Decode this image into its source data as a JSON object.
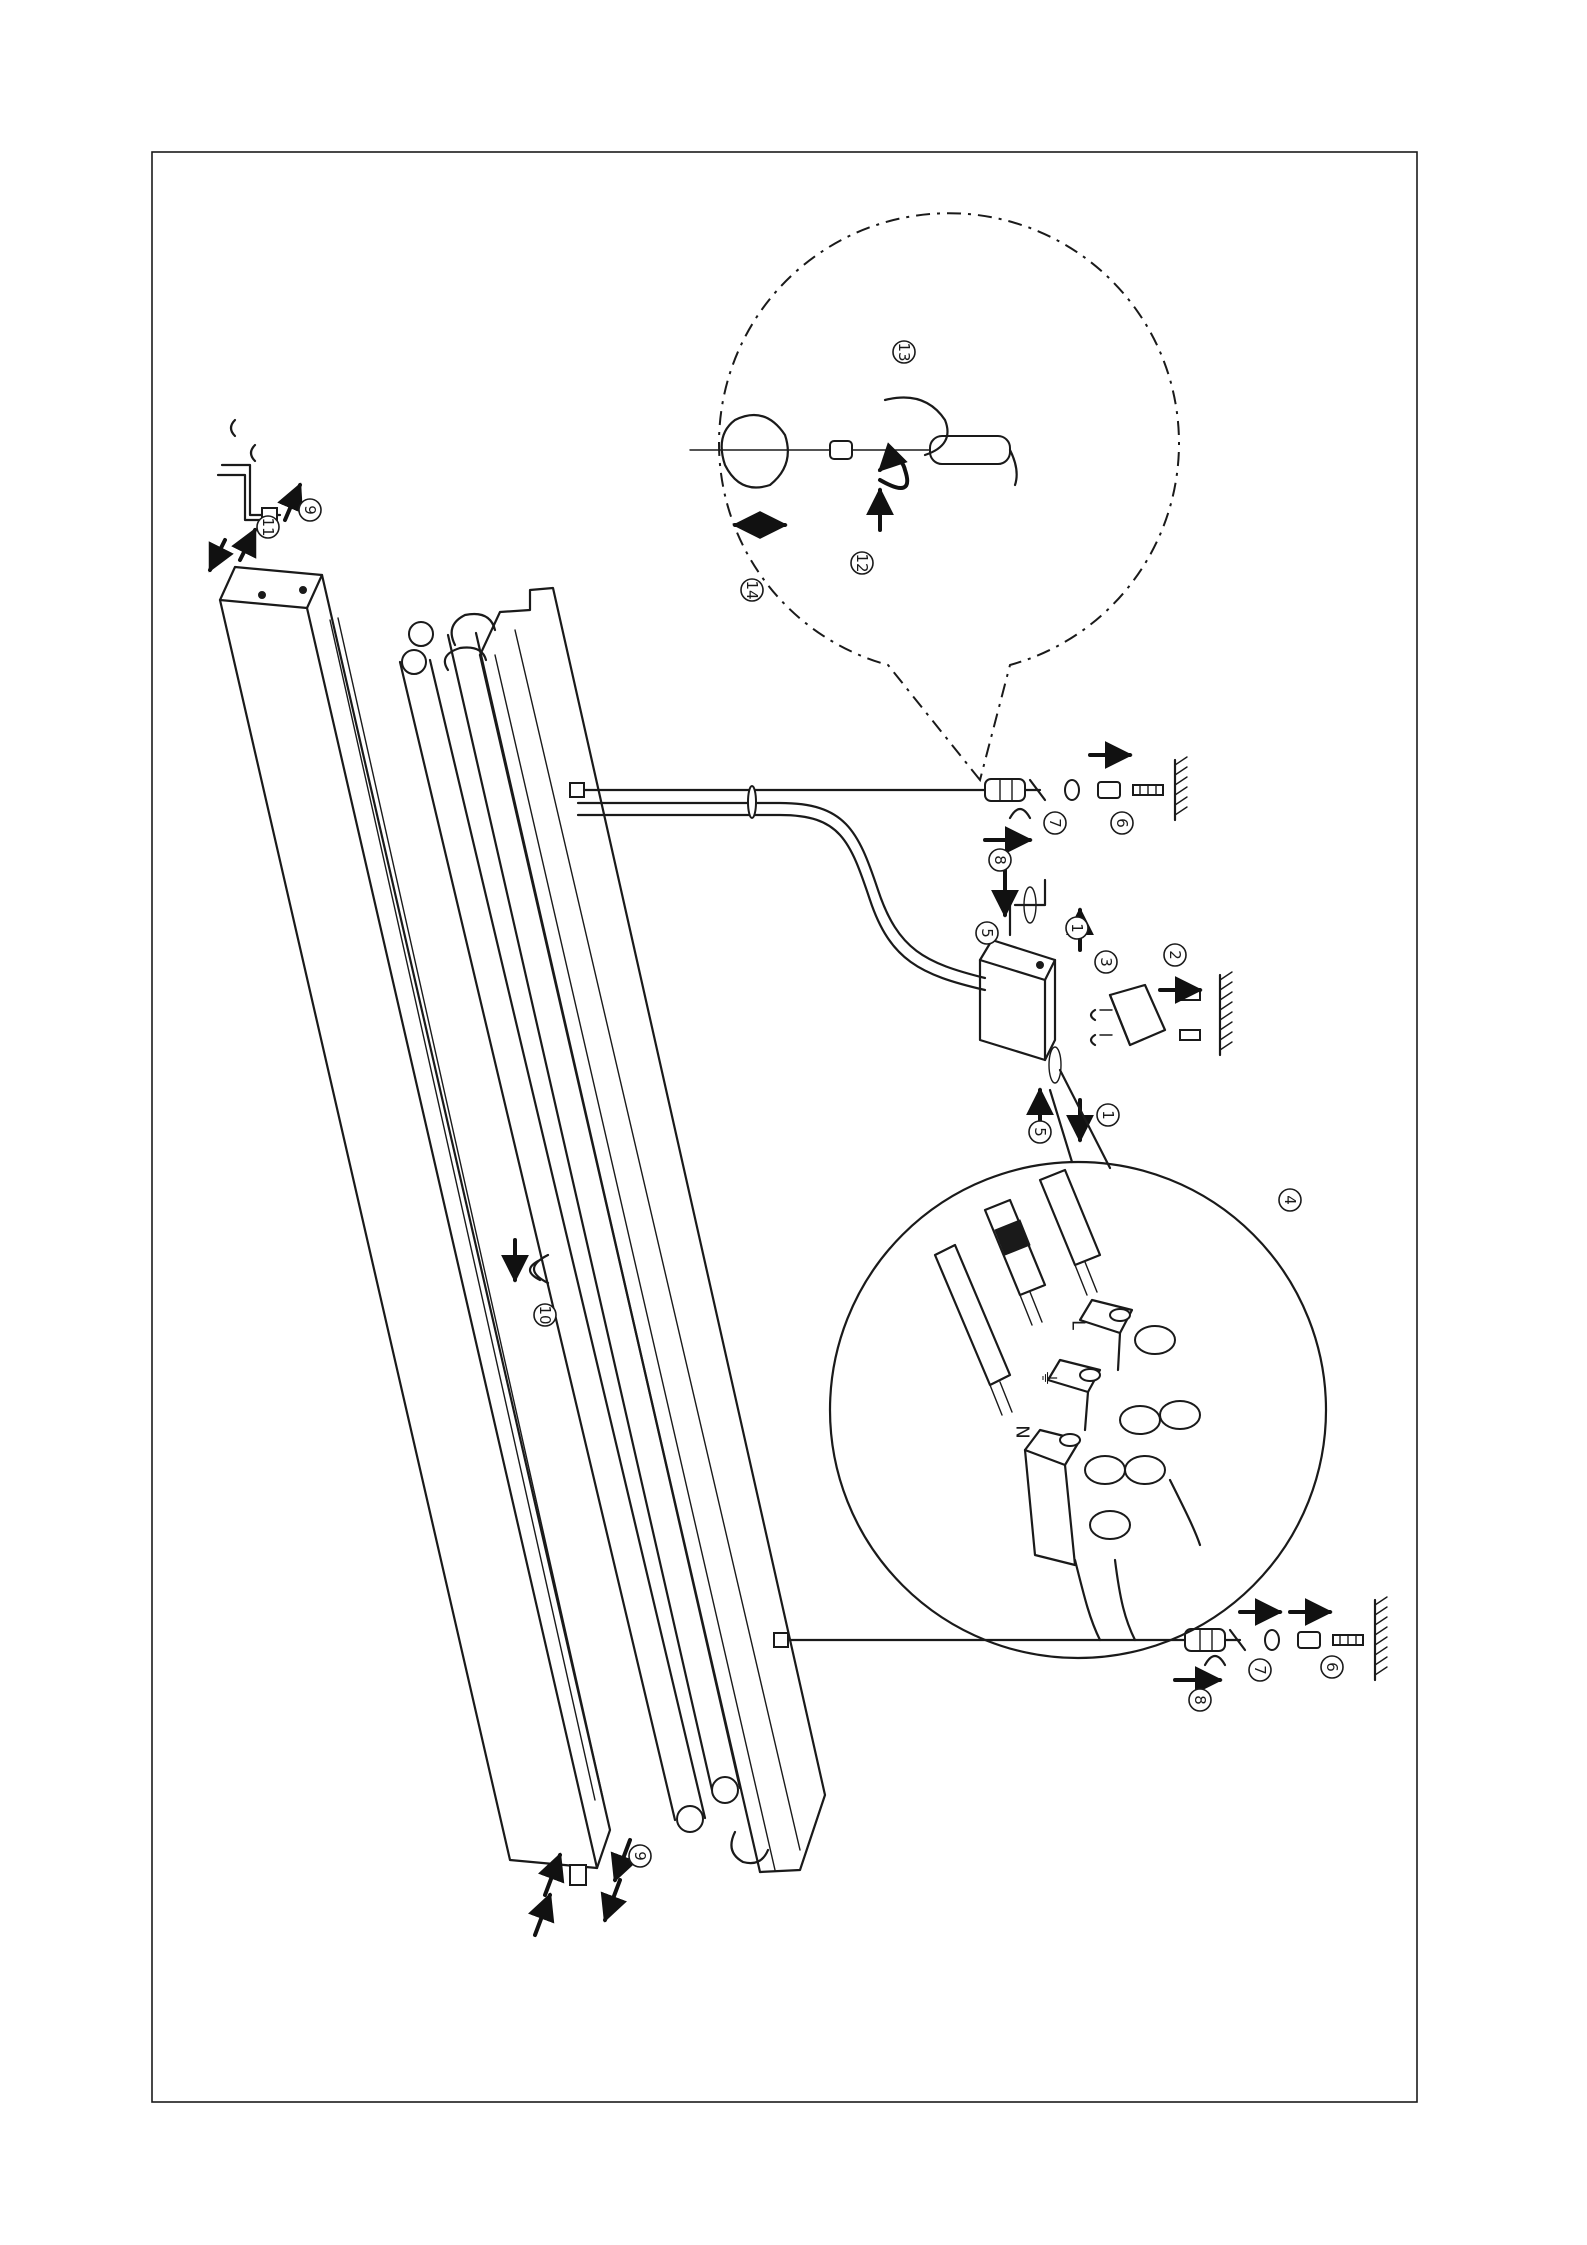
{
  "colors": {
    "ink": "#1a1a1a",
    "paper": "#ffffff"
  },
  "wire_letters": {
    "live": "L",
    "neutral": "N",
    "earth": "⏚"
  },
  "steps": [
    {
      "id": "step-1a",
      "label": "1"
    },
    {
      "id": "step-1b",
      "label": "1"
    },
    {
      "id": "step-2",
      "label": "2"
    },
    {
      "id": "step-3",
      "label": "3"
    },
    {
      "id": "step-4",
      "label": "4"
    },
    {
      "id": "step-5a",
      "label": "5"
    },
    {
      "id": "step-5b",
      "label": "5"
    },
    {
      "id": "step-6a",
      "label": "6"
    },
    {
      "id": "step-6b",
      "label": "6"
    },
    {
      "id": "step-7a",
      "label": "7"
    },
    {
      "id": "step-7b",
      "label": "7"
    },
    {
      "id": "step-8a",
      "label": "8"
    },
    {
      "id": "step-8b",
      "label": "8"
    },
    {
      "id": "step-9a",
      "label": "9"
    },
    {
      "id": "step-9b",
      "label": "9"
    },
    {
      "id": "step-10",
      "label": "10"
    },
    {
      "id": "step-11",
      "label": "11"
    },
    {
      "id": "step-12",
      "label": "12"
    },
    {
      "id": "step-13",
      "label": "13"
    },
    {
      "id": "step-14",
      "label": "14"
    }
  ]
}
